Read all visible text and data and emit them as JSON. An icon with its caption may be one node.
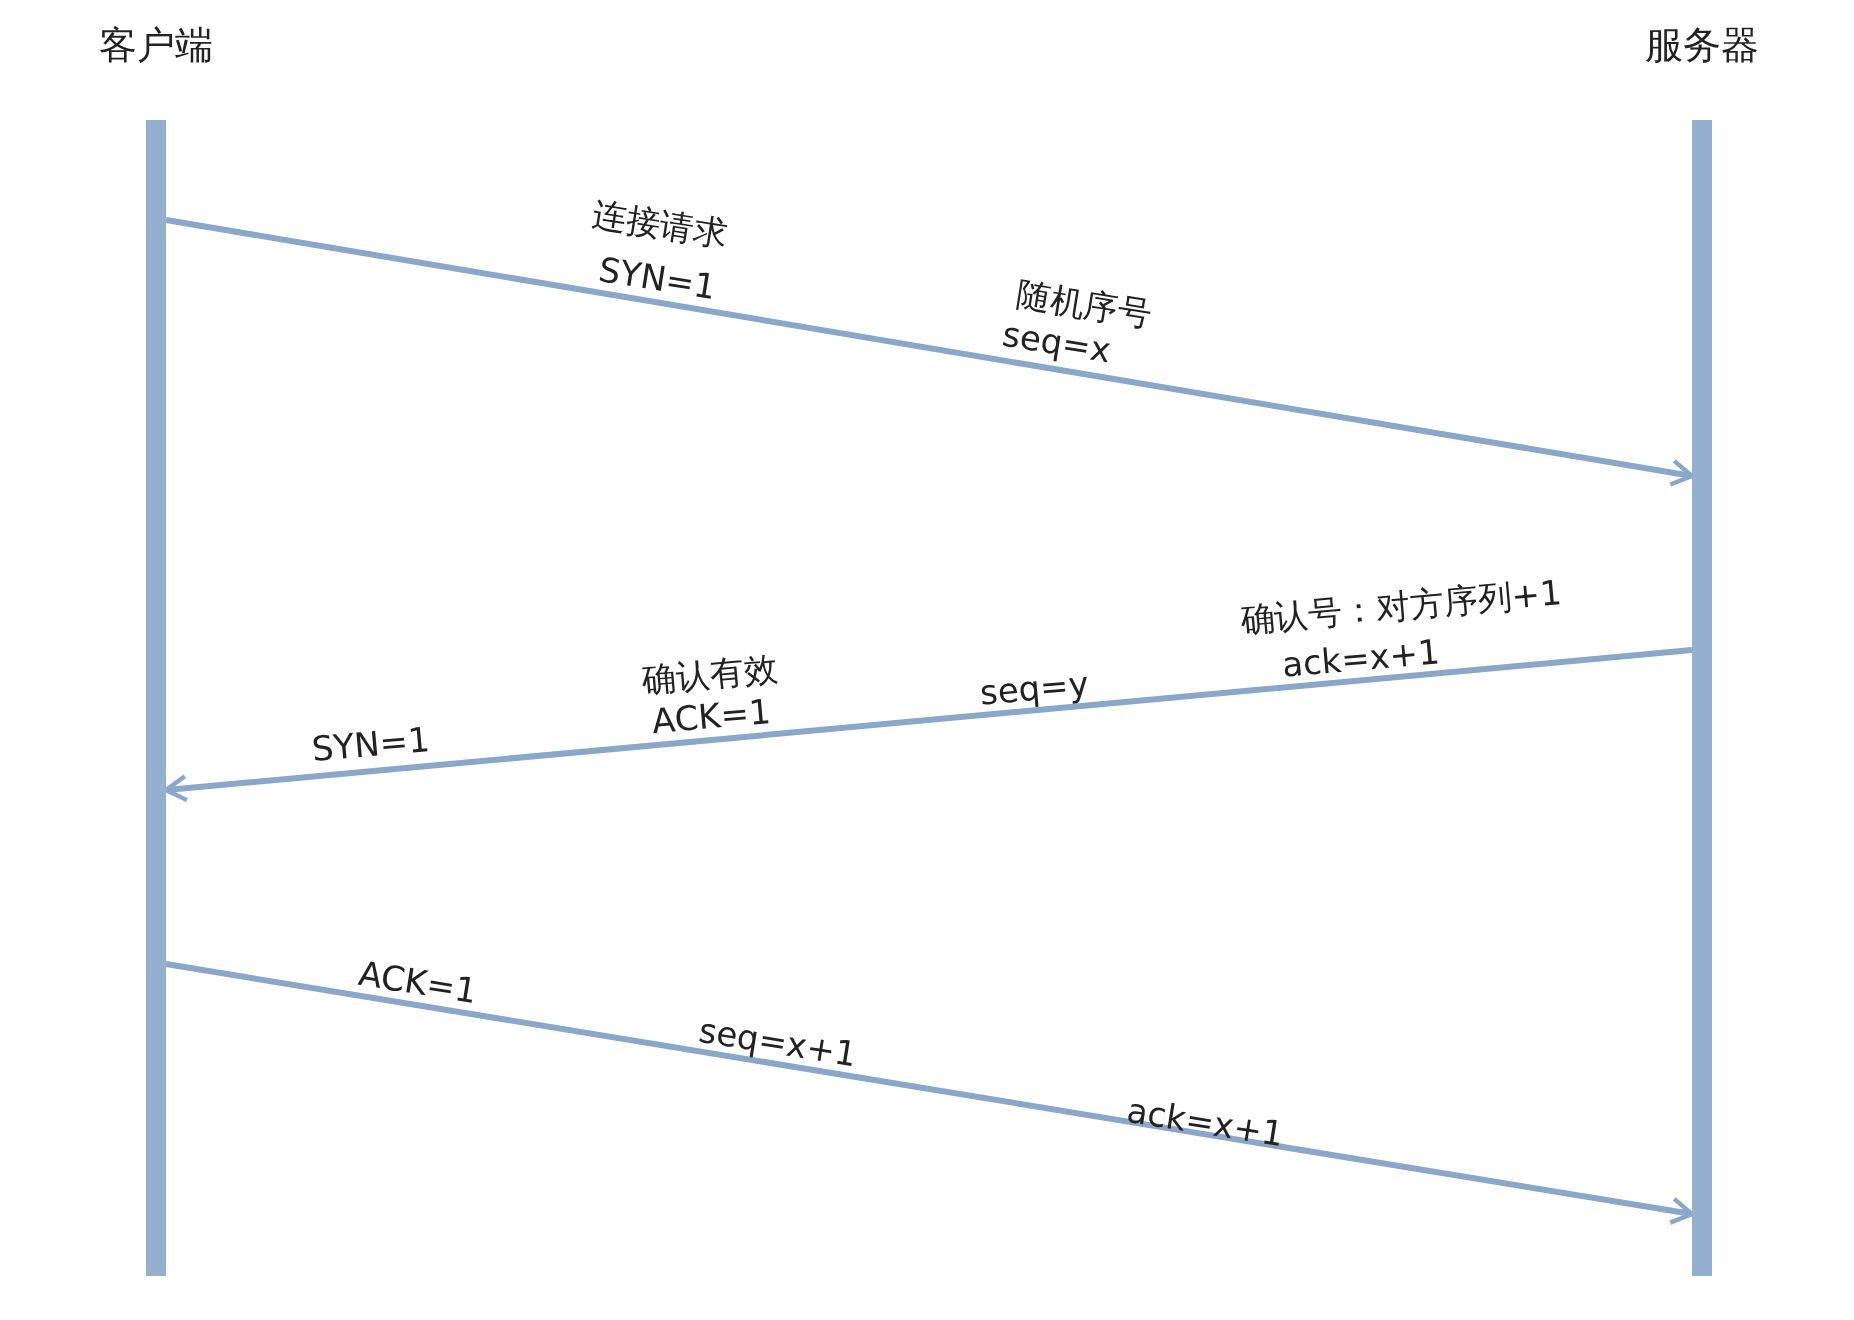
{
  "diagram": {
    "nodes": [
      {
        "text": [
          "客户端"
        ]
      },
      {
        "text": [
          "服务器"
        ]
      }
    ],
    "edges": [
      {
        "from": 0,
        "to": 1,
        "arrow": "to"
      },
      {
        "from": 1,
        "to": 0,
        "arrow": "to"
      },
      {
        "from": 0,
        "to": 1,
        "arrow": "to"
      }
    ],
    "labels": [
      "连接请求",
      "SYN=1",
      "随机序号",
      "seq=x",
      "确认号：对方序列+1",
      "确认有效",
      "ack=x+1",
      "ACK=1",
      "seq=y",
      "SYN=1",
      "ACK=1",
      "seq=x+1",
      "ack=x+1"
    ]
  }
}
